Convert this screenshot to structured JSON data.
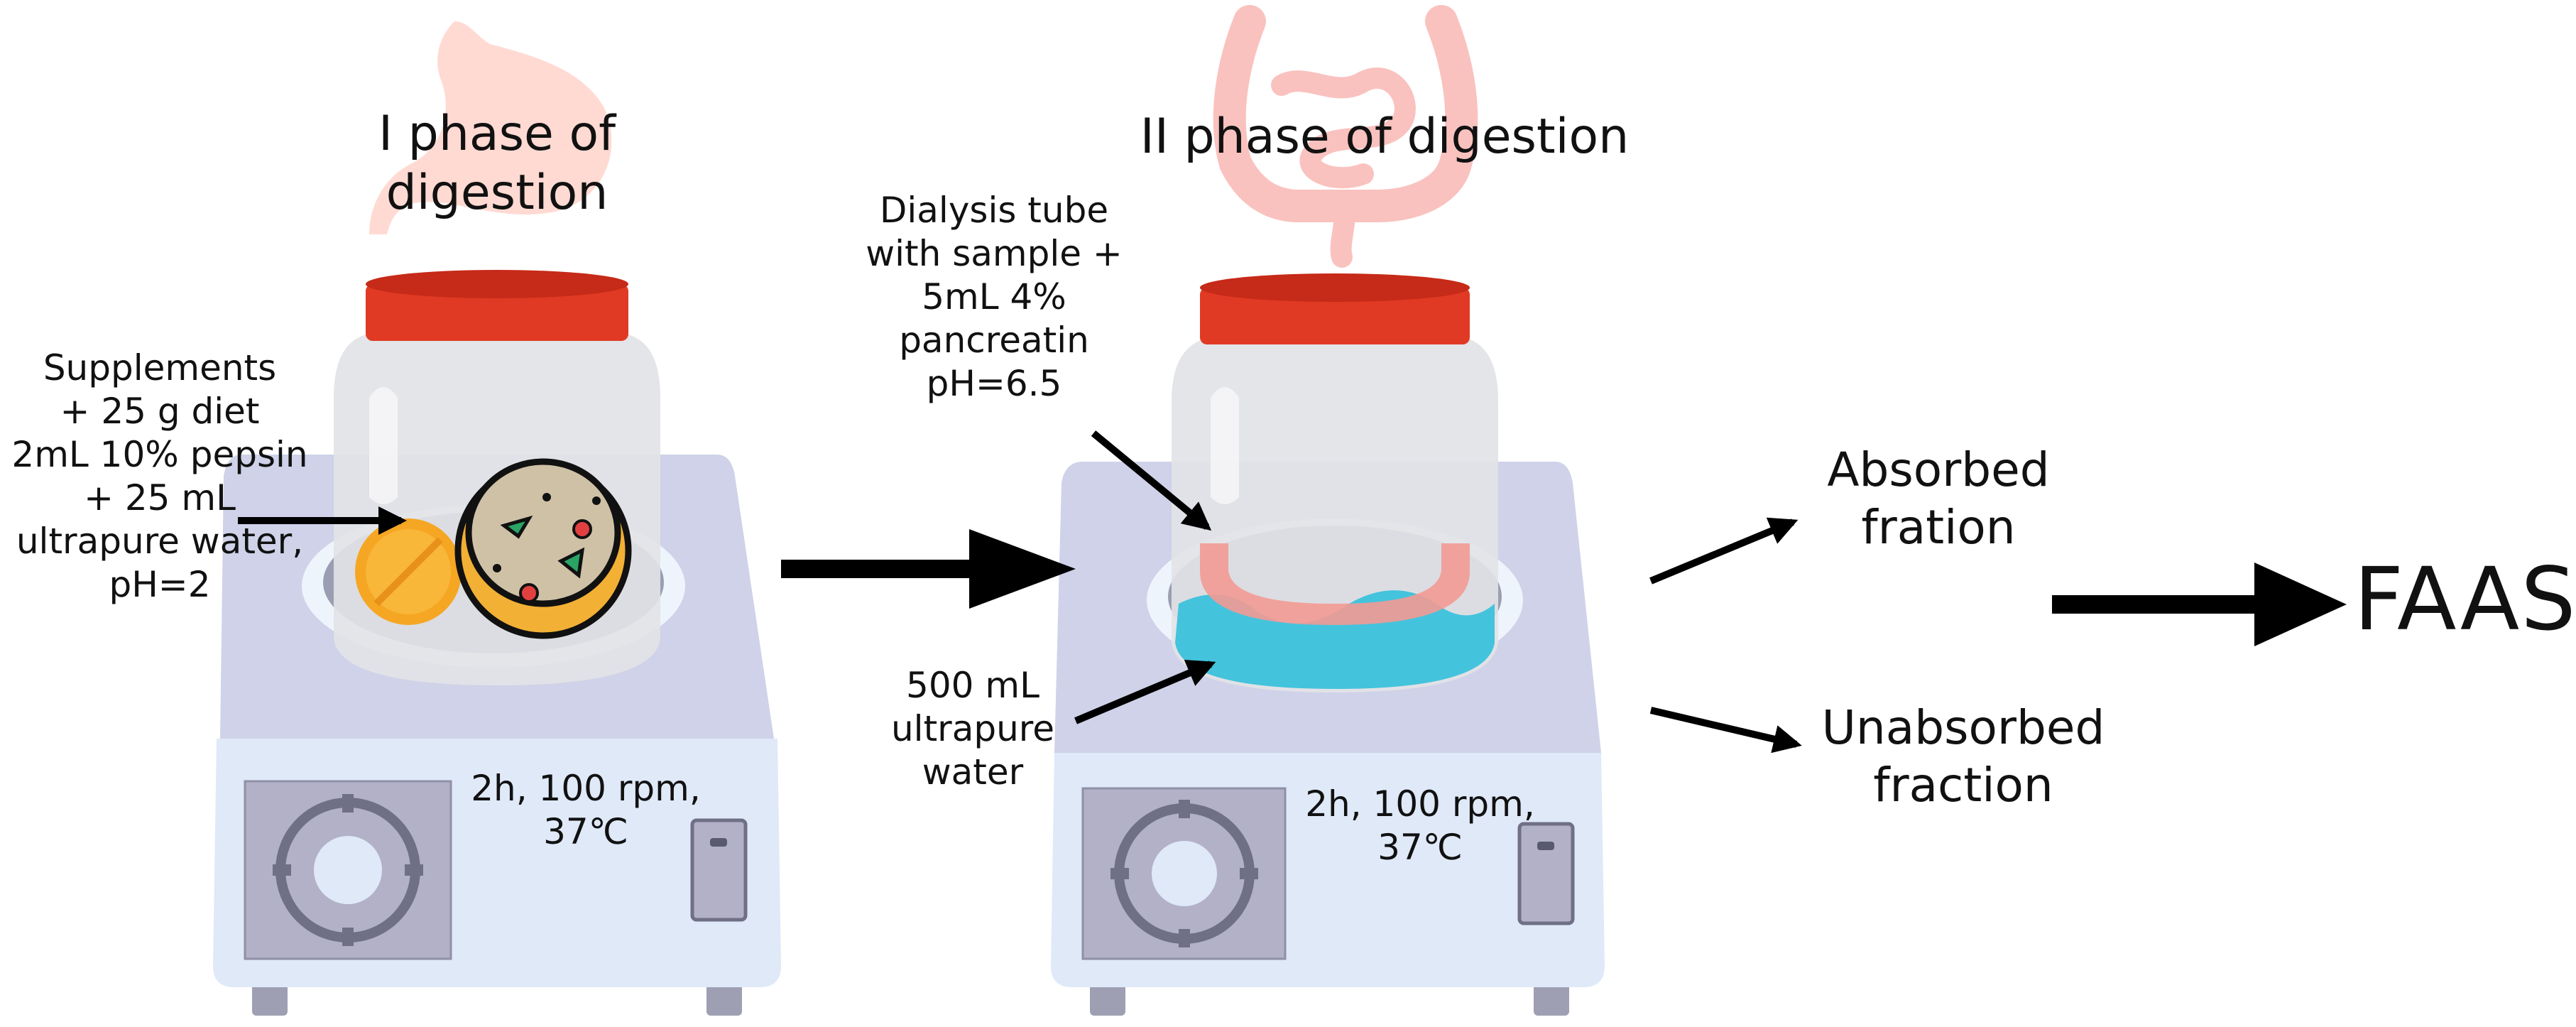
{
  "phase1": {
    "title": "I phase of digestion",
    "inputs": "Supplements\n+ 25 g diet\n2mL 10% pepsin\n+ 25 mL\nultrapure water,\npH=2",
    "conditions": "2h, 100 rpm,\n37℃"
  },
  "phase2": {
    "title": "II phase of digestion",
    "dialysis": "Dialysis tube\nwith sample +\n5mL 4%\npancreatin\npH=6.5",
    "water": "500 mL\nultrapure\nwater",
    "conditions": "2h, 100 rpm,\n37℃"
  },
  "outputs": {
    "absorbed": "Absorbed\nfration",
    "unabsorbed": "Unabsorbed\nfraction"
  },
  "final": "FAAS",
  "colors": {
    "lid": "#e03a24",
    "lid_top": "#c62a18",
    "jar": "#e2e3e6",
    "stirrer_top": "#cfd2e8",
    "stirrer_body": "#dfe9f8",
    "panel": "#b2b1c8",
    "water": "#44c3dd",
    "tube": "#f39a93",
    "stomach": "#ffd3cb",
    "intestine": "#f9b8b4",
    "pill": "#f5a623",
    "arrow": "#000000"
  },
  "icons": [
    "stomach-icon",
    "intestine-icon",
    "pill-icon",
    "food-bowl-icon",
    "magnetic-stirrer-icon",
    "jar-icon",
    "dial-icon",
    "switch-icon"
  ]
}
